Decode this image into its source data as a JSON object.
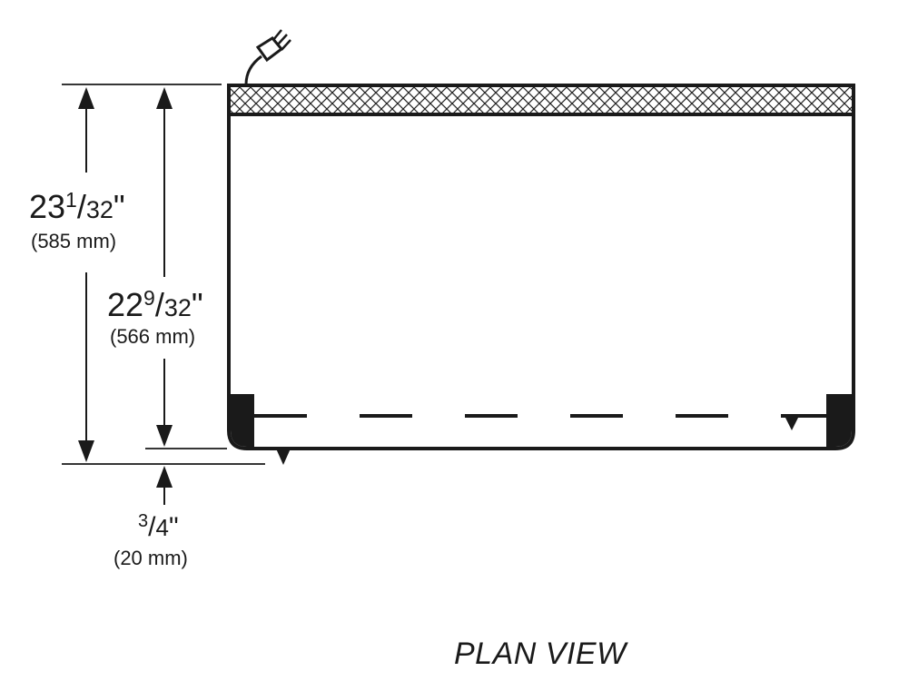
{
  "title": "PLAN VIEW",
  "dimensions": {
    "overall_depth": {
      "whole": "23",
      "num": "1",
      "den": "32",
      "unit": "\"",
      "metric": "(585 mm)"
    },
    "cabinet_depth": {
      "whole": "22",
      "num": "9",
      "den": "32",
      "unit": "\"",
      "metric": "(566 mm)"
    },
    "offset": {
      "num": "3",
      "den": "4",
      "unit": "\"",
      "metric": "(20 mm)"
    }
  },
  "icons": {
    "power_plug": "power-plug-icon"
  },
  "colors": {
    "line": "#1a1a1a",
    "background": "#ffffff"
  }
}
